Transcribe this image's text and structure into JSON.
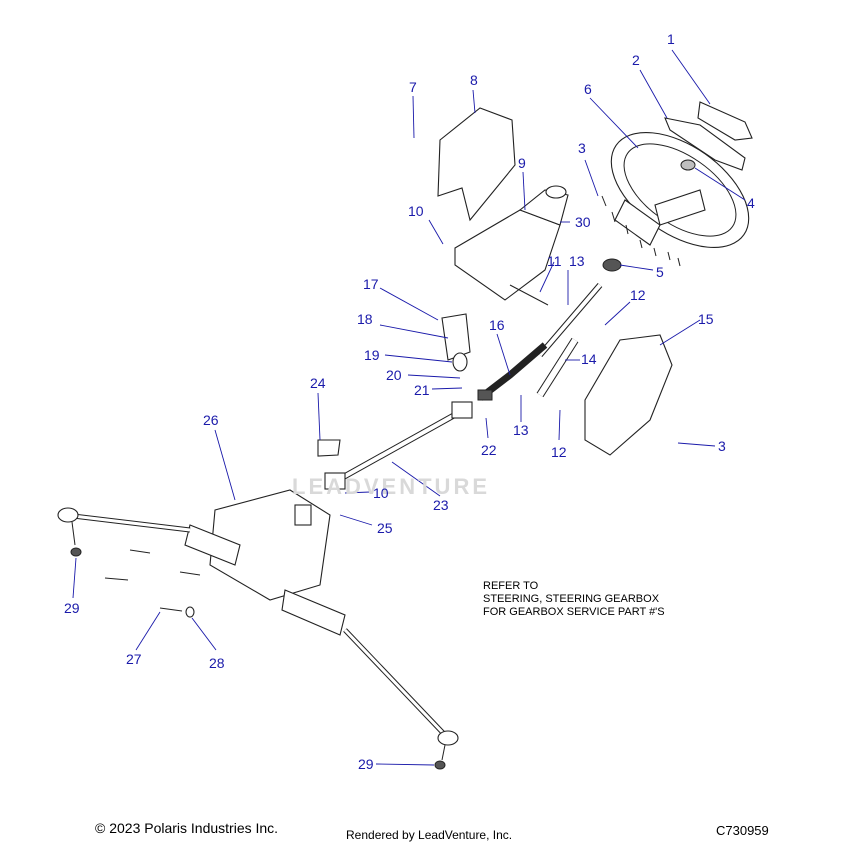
{
  "diagram": {
    "watermark": "LEADVENTURE",
    "callouts": [
      "1",
      "2",
      "3",
      "4",
      "5",
      "6",
      "7",
      "8",
      "9",
      "10",
      "11",
      "12",
      "13",
      "14",
      "15",
      "16",
      "17",
      "18",
      "19",
      "20",
      "21",
      "22",
      "23",
      "24",
      "25",
      "26",
      "27",
      "28",
      "29",
      "30"
    ],
    "callout_instances": {
      "c1": "1",
      "c2": "2",
      "c3a": "3",
      "c3b": "3",
      "c4": "4",
      "c5": "5",
      "c6": "6",
      "c7": "7",
      "c8": "8",
      "c9": "9",
      "c10a": "10",
      "c10b": "10",
      "c11": "11",
      "c12a": "12",
      "c12b": "12",
      "c13a": "13",
      "c13b": "13",
      "c14": "14",
      "c15": "15",
      "c16": "16",
      "c17": "17",
      "c18": "18",
      "c19": "19",
      "c20": "20",
      "c21": "21",
      "c22": "22",
      "c23": "23",
      "c24": "24",
      "c25": "25",
      "c26": "26",
      "c27": "27",
      "c28": "28",
      "c29a": "29",
      "c29b": "29",
      "c30": "30"
    },
    "note": [
      "REFER TO",
      "STEERING, STEERING GEARBOX",
      "FOR GEARBOX SERVICE PART #'S"
    ]
  },
  "footer": {
    "copyright": "© 2023 Polaris Industries Inc.",
    "rendered_by": "Rendered by LeadVenture, Inc.",
    "code": "C730959"
  },
  "colors": {
    "callout": "#1a1aaa",
    "line": "#222222"
  }
}
